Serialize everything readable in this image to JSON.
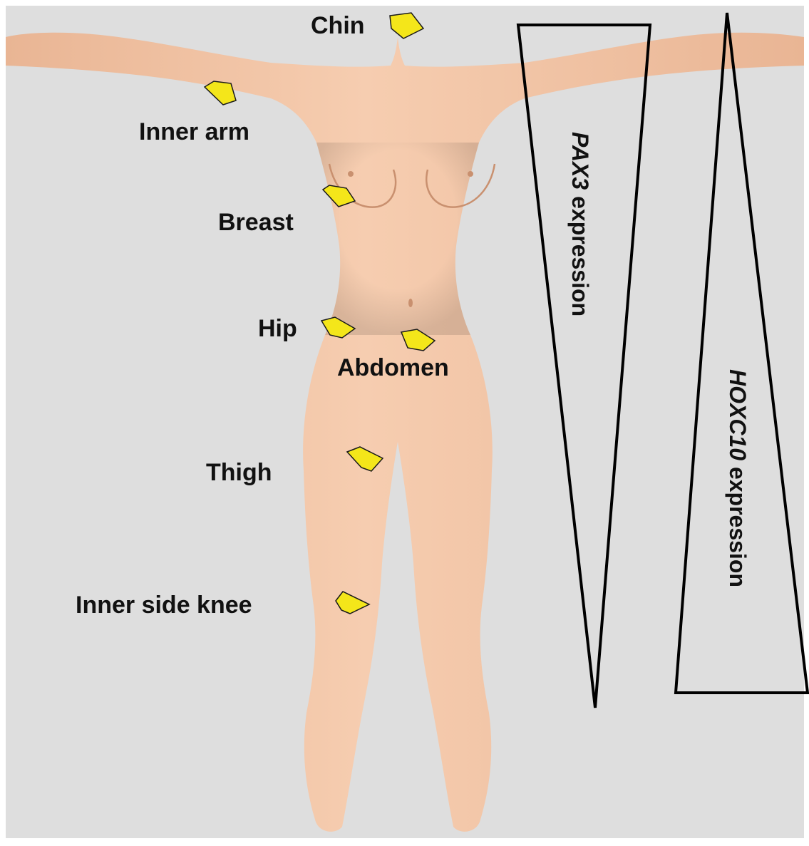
{
  "colors": {
    "background": "#dedede",
    "frame": "#ffffff",
    "skin_light": "#f6cdb0",
    "skin_mid": "#e9b594",
    "skin_dark": "#c9906f",
    "marker_fill": "#f4e61a",
    "marker_stroke": "#1a1a1a",
    "line": "#000000"
  },
  "body_figure": {
    "icon": "female-body-model"
  },
  "sites": [
    {
      "id": "chin",
      "label": "Chin"
    },
    {
      "id": "inner-arm",
      "label": "Inner arm"
    },
    {
      "id": "breast",
      "label": "Breast"
    },
    {
      "id": "hip",
      "label": "Hip"
    },
    {
      "id": "abdomen",
      "label": "Abdomen"
    },
    {
      "id": "thigh",
      "label": "Thigh"
    },
    {
      "id": "inner-side-knee",
      "label": "Inner side knee"
    }
  ],
  "gradients": [
    {
      "id": "pax3",
      "gene": "PAX3",
      "suffix": " expression",
      "direction": "decreasing toward feet"
    },
    {
      "id": "hoxc10",
      "gene": "HOXC10",
      "suffix": " expression",
      "direction": "increasing toward feet"
    }
  ]
}
